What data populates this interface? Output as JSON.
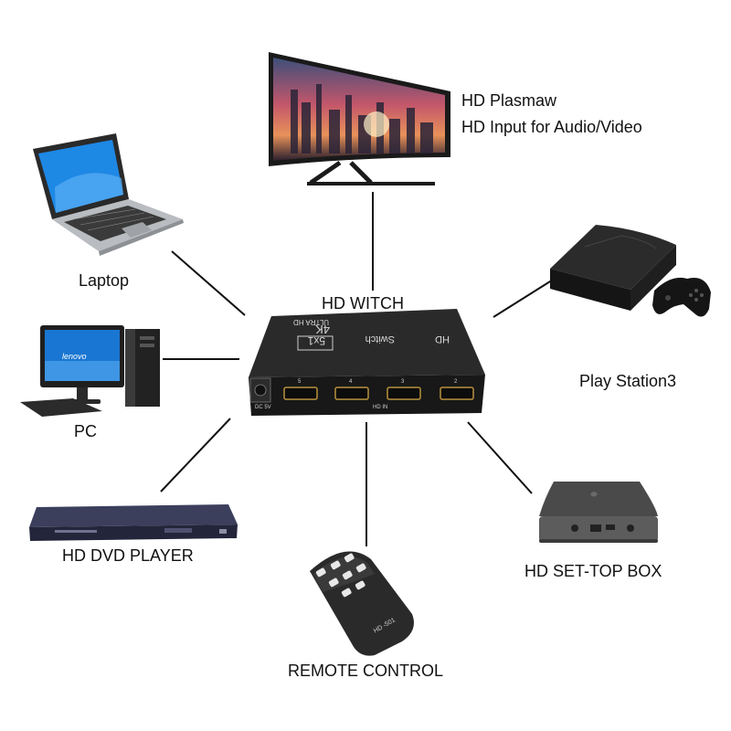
{
  "monitor": {
    "line1": "HD Plasmaw",
    "line2": "HD Input for Audio/Video"
  },
  "hub": {
    "caption": "HD WITCH",
    "device_text": {
      "brand": "HD",
      "model": "Switch",
      "ports": "5x1",
      "resolution": "4K",
      "tagline": "ULTRA HD",
      "power": "DC 5V",
      "port_label": "HD IN",
      "port_numbers": [
        "5",
        "4",
        "3",
        "2"
      ]
    }
  },
  "laptop": {
    "label": "Laptop"
  },
  "pc": {
    "label": "PC",
    "screen_brand": "lenovo"
  },
  "dvd": {
    "label": "HD DVD PLAYER"
  },
  "remote": {
    "label": "REMOTE CONTROL",
    "model": "HD -501"
  },
  "settop": {
    "label": "HD SET-TOP BOX"
  },
  "ps3": {
    "label": "Play Station3"
  },
  "colors": {
    "line": "#111111",
    "device_dark": "#1c1c1c",
    "screen_blue": "#1565c0",
    "box_gray": "#5a5a5a",
    "dvd_navy": "#2b2f47"
  }
}
